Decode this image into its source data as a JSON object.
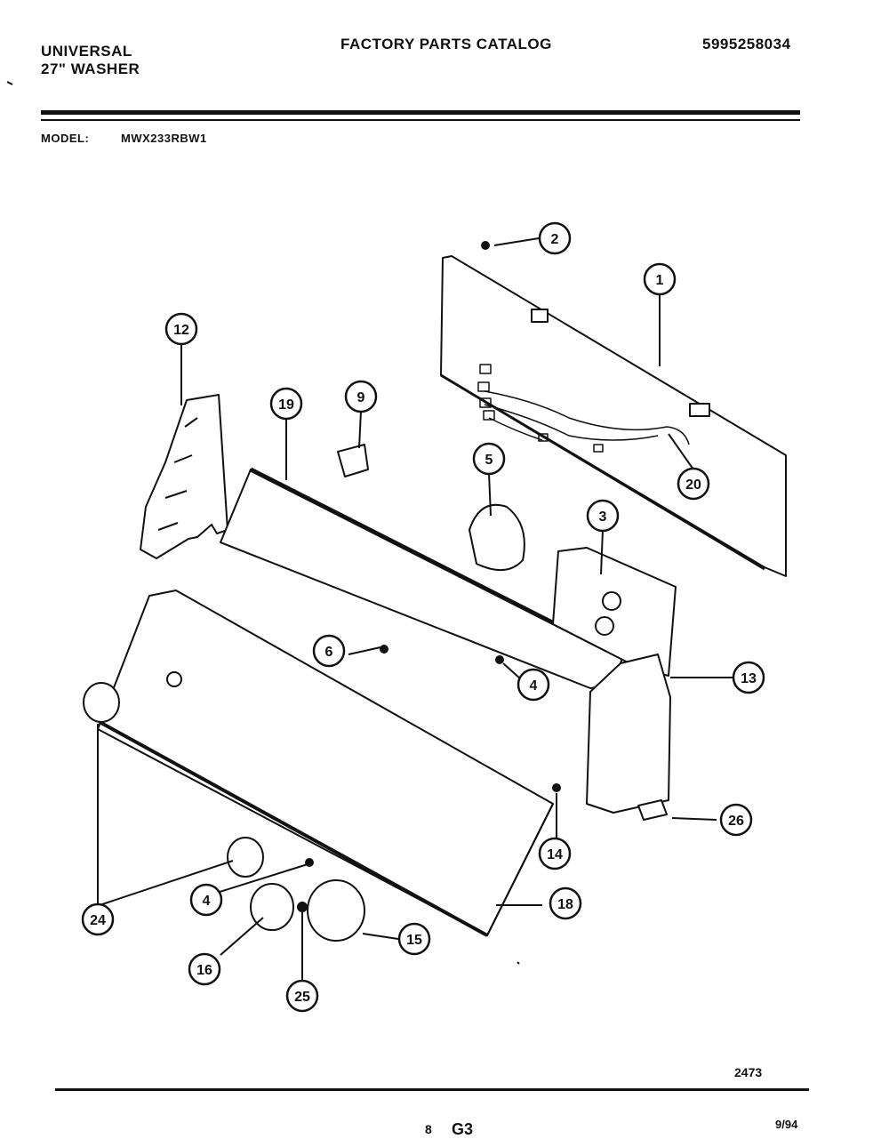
{
  "header": {
    "brand_line1": "UNIVERSAL",
    "brand_line2": "27\" WASHER",
    "catalog_title": "FACTORY PARTS CATALOG",
    "doc_number": "5995258034",
    "model_label": "MODEL:",
    "model_value": "MWX233RBW1"
  },
  "callouts": [
    "1",
    "2",
    "3",
    "4",
    "5",
    "6",
    "9",
    "12",
    "13",
    "14",
    "15",
    "16",
    "18",
    "19",
    "20",
    "24",
    "25",
    "26"
  ],
  "footer": {
    "figure_number": "2473",
    "page_number": "8",
    "section": "G3",
    "date": "9/94"
  }
}
